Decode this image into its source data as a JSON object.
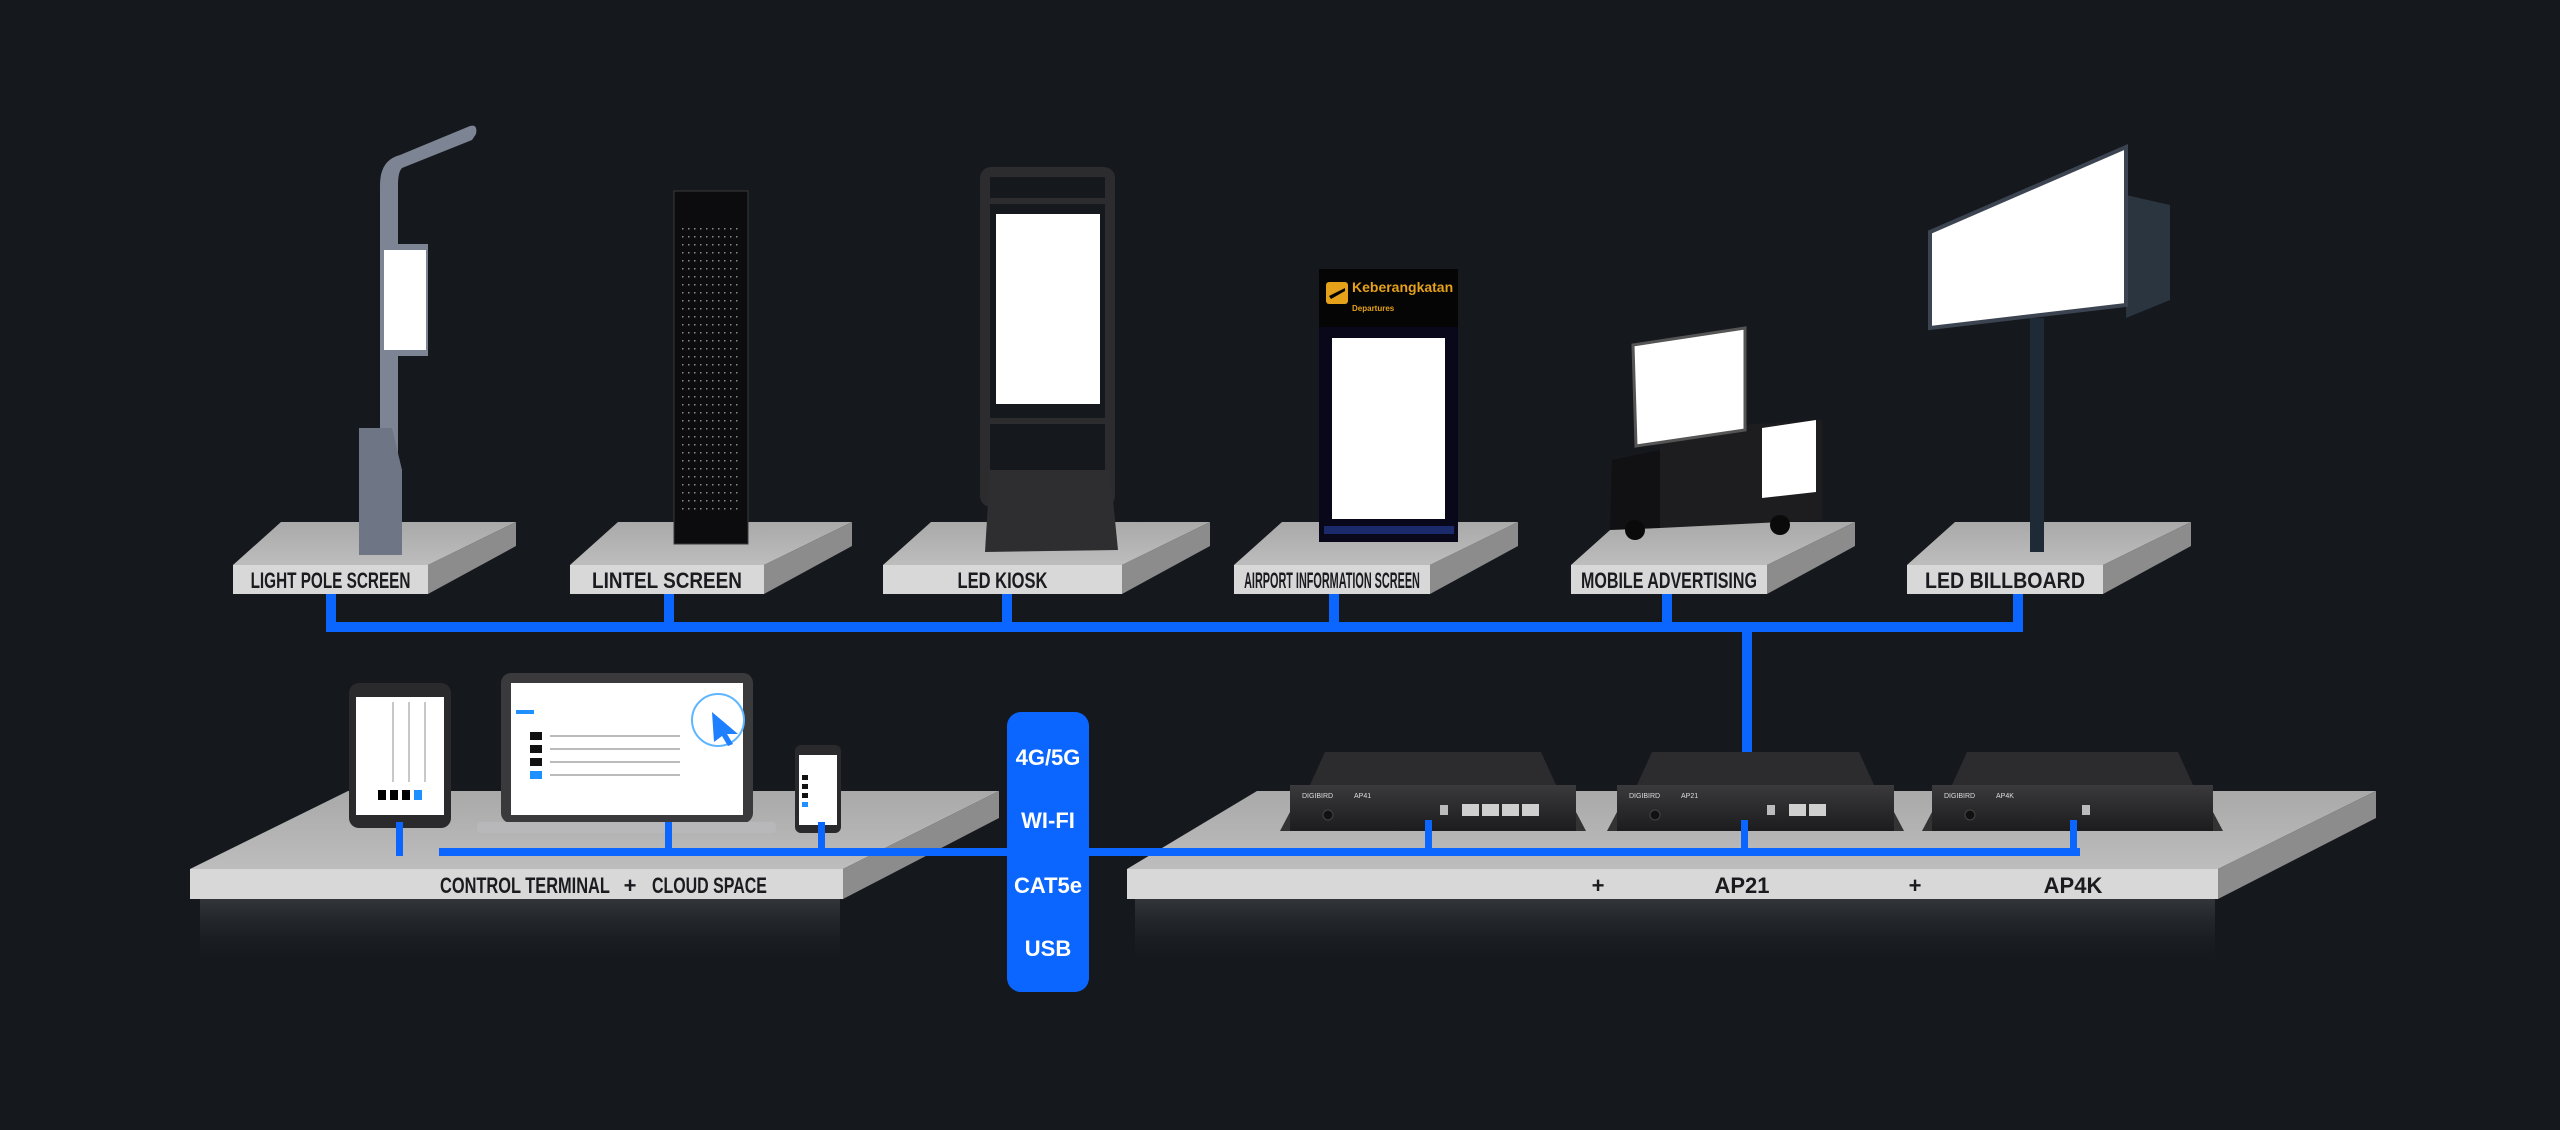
{
  "colors": {
    "background": "#15181d",
    "accent_blue": "#0a66ff",
    "platform_top": "#b3b3b3",
    "platform_front": "#d8d8d8",
    "platform_side": "#8c8c8c"
  },
  "products": [
    {
      "label": "LIGHT POLE SCREEN",
      "icon": "light-pole-screen-icon"
    },
    {
      "label": "LINTEL SCREEN",
      "icon": "lintel-screen-icon"
    },
    {
      "label": "LED KIOSK",
      "icon": "led-kiosk-icon"
    },
    {
      "label": "AIRPORT INFORMATION SCREEN",
      "icon": "airport-screen-icon"
    },
    {
      "label": "MOBILE ADVERTISING",
      "icon": "advertising-truck-icon"
    },
    {
      "label": "LED BILLBOARD",
      "icon": "billboard-icon"
    }
  ],
  "airport_sign": {
    "title": "Keberangkatan",
    "subtitle": "Departures"
  },
  "connection": {
    "methods": [
      "4G/5G",
      "WI-FI",
      "CAT5e",
      "USB"
    ]
  },
  "terminal": {
    "label_left": "CONTROL TERMINAL",
    "plus": "+",
    "label_right": "CLOUD SPACE"
  },
  "players": {
    "brand": "DIGIBIRD",
    "devices": [
      {
        "model": "AP41"
      },
      {
        "model": "AP21"
      },
      {
        "model": "AP4K"
      }
    ],
    "labels": [
      {
        "text": "+"
      },
      {
        "text": "AP21"
      },
      {
        "text": "+"
      },
      {
        "text": "AP4K"
      }
    ]
  }
}
